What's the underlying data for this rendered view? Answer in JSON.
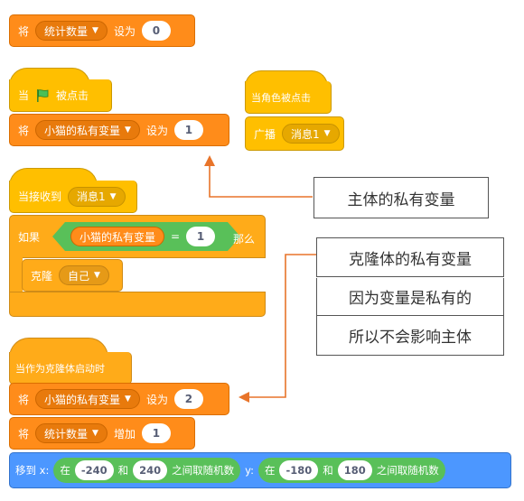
{
  "set_counter": {
    "verb": "将",
    "var": "统计数量",
    "to": "设为",
    "value": "0"
  },
  "flag_hat": {
    "when": "当",
    "clicked": "被点击"
  },
  "set_private": {
    "verb": "将",
    "var": "小猫的私有变量",
    "to": "设为",
    "value": "1"
  },
  "sprite_hat": {
    "label": "当角色被点击"
  },
  "broadcast": {
    "label": "广播",
    "msg": "消息1"
  },
  "receive_hat": {
    "label": "当接收到",
    "msg": "消息1"
  },
  "if_block": {
    "if": "如果",
    "var": "小猫的私有变量",
    "eq": "=",
    "value": "1",
    "then": "那么"
  },
  "clone": {
    "label": "克隆",
    "target": "自己"
  },
  "clone_hat": {
    "label": "当作为克隆体启动时"
  },
  "set_private2": {
    "verb": "将",
    "var": "小猫的私有变量",
    "to": "设为",
    "value": "2"
  },
  "change_counter": {
    "verb": "将",
    "var": "统计数量",
    "by": "增加",
    "value": "1"
  },
  "goto": {
    "label": "移到 x:",
    "in1": "在",
    "a1": "-240",
    "and1": "和",
    "b1": "240",
    "rand1": "之间取随机数",
    "ylabel": "y:",
    "in2": "在",
    "a2": "-180",
    "and2": "和",
    "b2": "180",
    "rand2": "之间取随机数"
  },
  "annotations": {
    "main": "主体的私有变量",
    "clone1": "克隆体的私有变量",
    "clone2": "因为变量是私有的",
    "clone3": "所以不会影响主体"
  },
  "colors": {
    "variables": "#ff8c1a",
    "events": "#ffbf00",
    "control": "#ffab19",
    "motion": "#4c97ff",
    "operators": "#59c059",
    "arrow": "#e8742a"
  }
}
